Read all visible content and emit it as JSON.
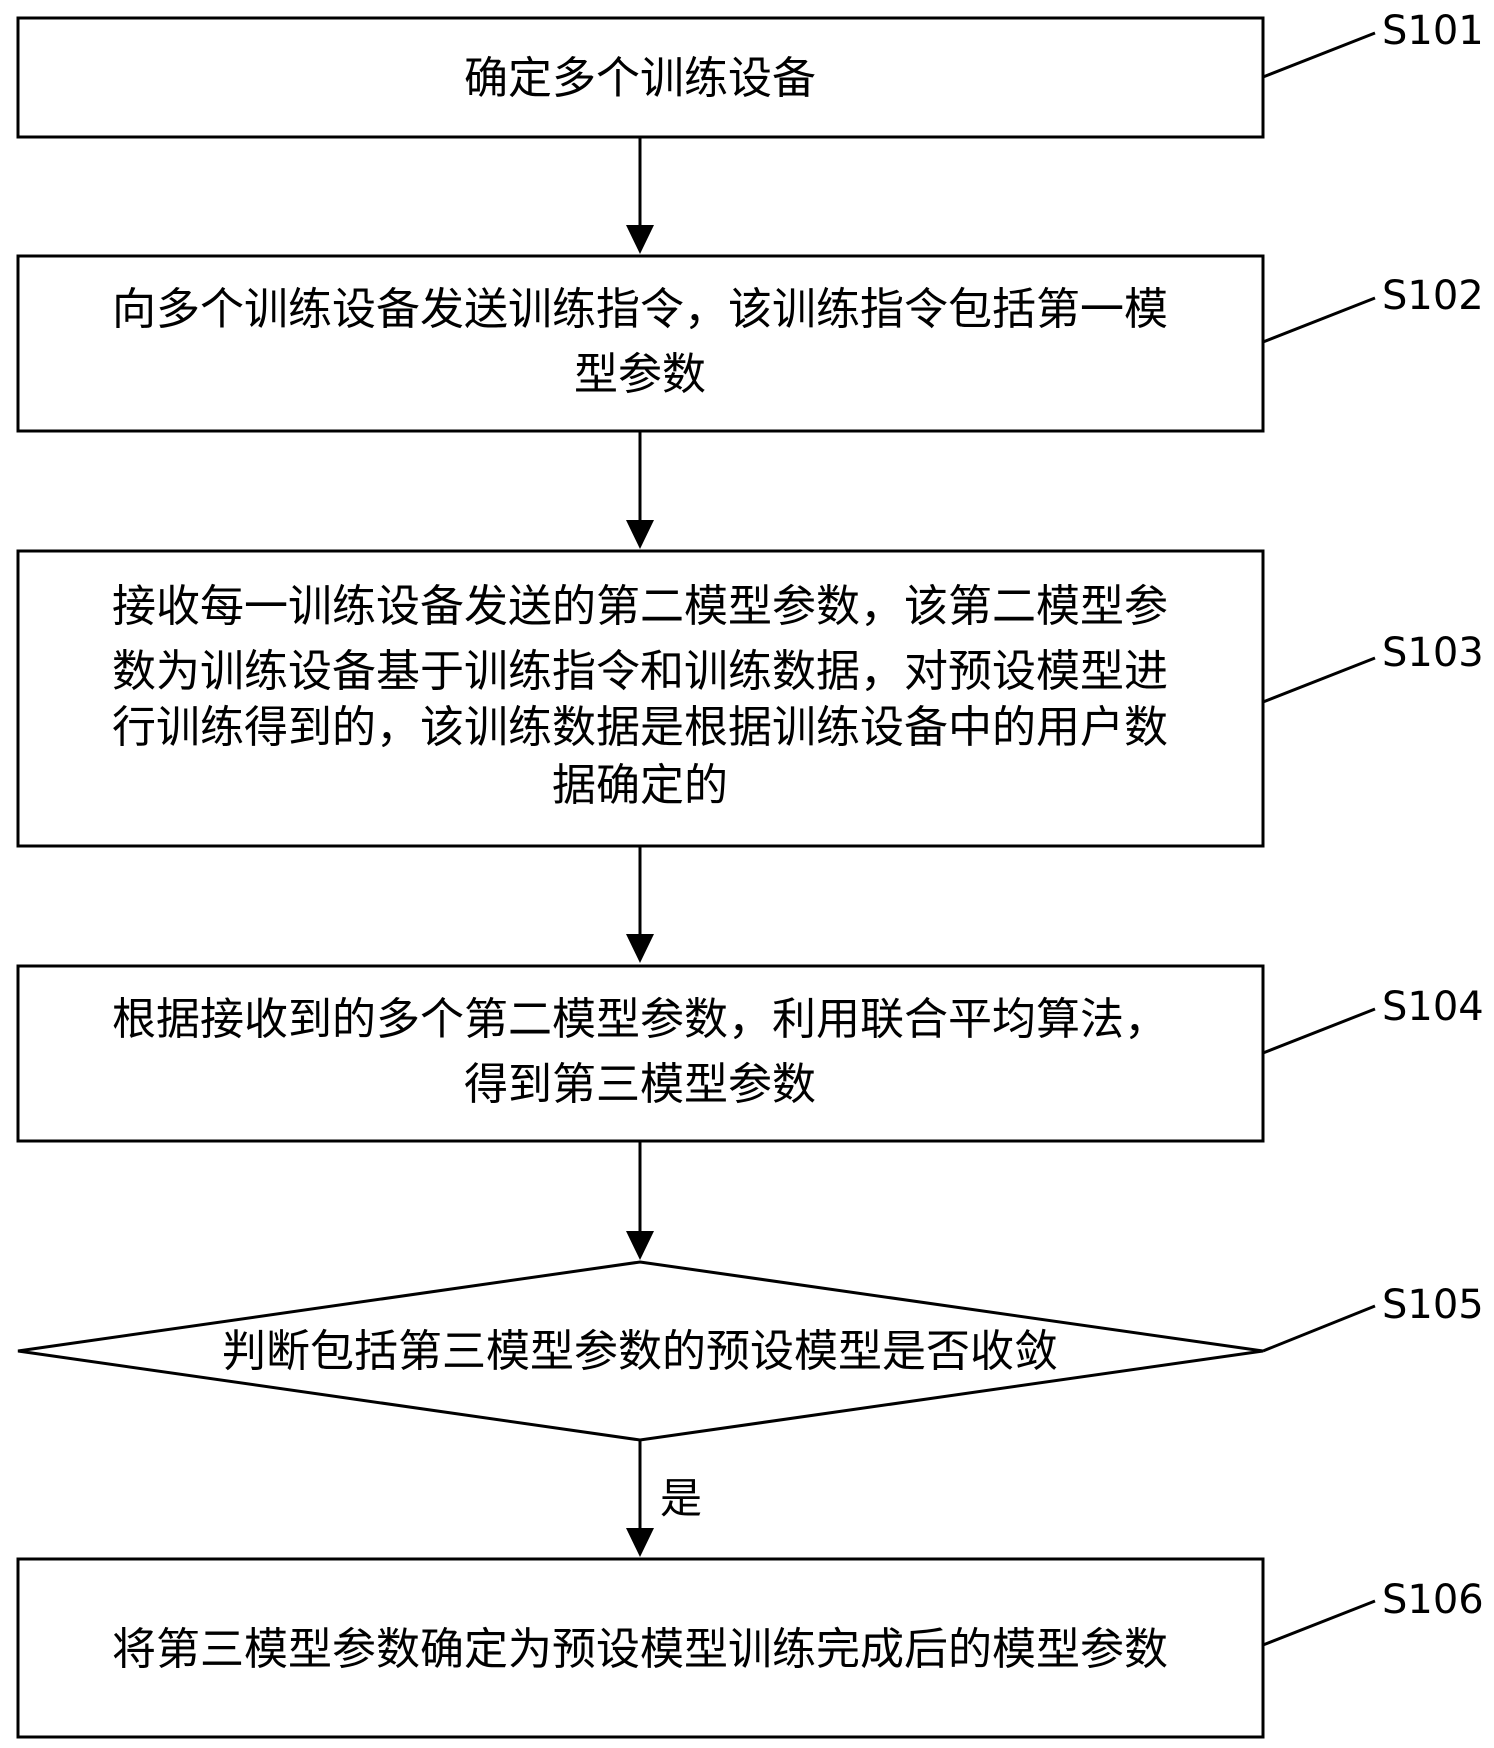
{
  "steps": [
    {
      "id": "S101",
      "lines": [
        "确定多个训练设备"
      ]
    },
    {
      "id": "S102",
      "lines": [
        "向多个训练设备发送训练指令，该训练指令包括第一模",
        "型参数"
      ]
    },
    {
      "id": "S103",
      "lines": [
        "接收每一训练设备发送的第二模型参数，该第二模型参",
        "数为训练设备基于训练指令和训练数据，对预设模型进",
        "行训练得到的，该训练数据是根据训练设备中的用户数",
        "据确定的"
      ]
    },
    {
      "id": "S104",
      "lines": [
        "根据接收到的多个第二模型参数，利用联合平均算法，",
        "得到第三模型参数"
      ]
    },
    {
      "id": "S105",
      "lines": [
        "判断包括第三模型参数的预设模型是否收敛"
      ]
    },
    {
      "id": "S106",
      "lines": [
        "将第三模型参数确定为预设模型训练完成后的模型参数"
      ]
    }
  ],
  "edges": [
    {
      "from": "S101",
      "to": "S102",
      "label": ""
    },
    {
      "from": "S102",
      "to": "S103",
      "label": ""
    },
    {
      "from": "S103",
      "to": "S104",
      "label": ""
    },
    {
      "from": "S104",
      "to": "S105",
      "label": ""
    },
    {
      "from": "S105",
      "to": "S106",
      "label": "是"
    }
  ]
}
